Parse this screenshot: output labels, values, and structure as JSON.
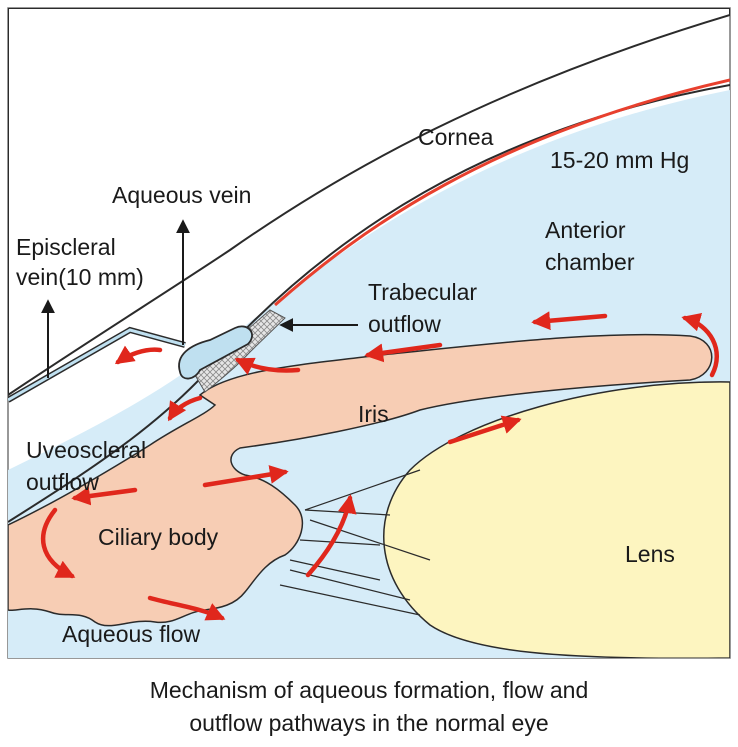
{
  "labels": {
    "cornea": "Cornea",
    "pressure": "15-20 mm Hg",
    "aqueous_vein": "Aqueous vein",
    "episcleral_vein_l1": "Episcleral",
    "episcleral_vein_l2": "vein(10 mm)",
    "anterior_chamber_l1": "Anterior",
    "anterior_chamber_l2": "chamber",
    "trabecular_outflow_l1": "Trabecular",
    "trabecular_outflow_l2": "outflow",
    "iris": "Iris",
    "uveoscleral_outflow_l1": "Uveoscleral",
    "uveoscleral_outflow_l2": "outflow",
    "ciliary_body": "Ciliary body",
    "lens": "Lens",
    "aqueous_flow": "Aqueous flow"
  },
  "caption": {
    "line1": "Mechanism of aqueous formation, flow and",
    "line2": "outflow pathways in the normal eye"
  },
  "colors": {
    "chamber": "#d6ecf8",
    "tissue": "#f7cdb4",
    "lens": "#fdf5c0",
    "arrow": "#e0271c",
    "endothelium": "#e8402e",
    "outline": "#2b2b2b",
    "vein": "#bfe0f0"
  }
}
